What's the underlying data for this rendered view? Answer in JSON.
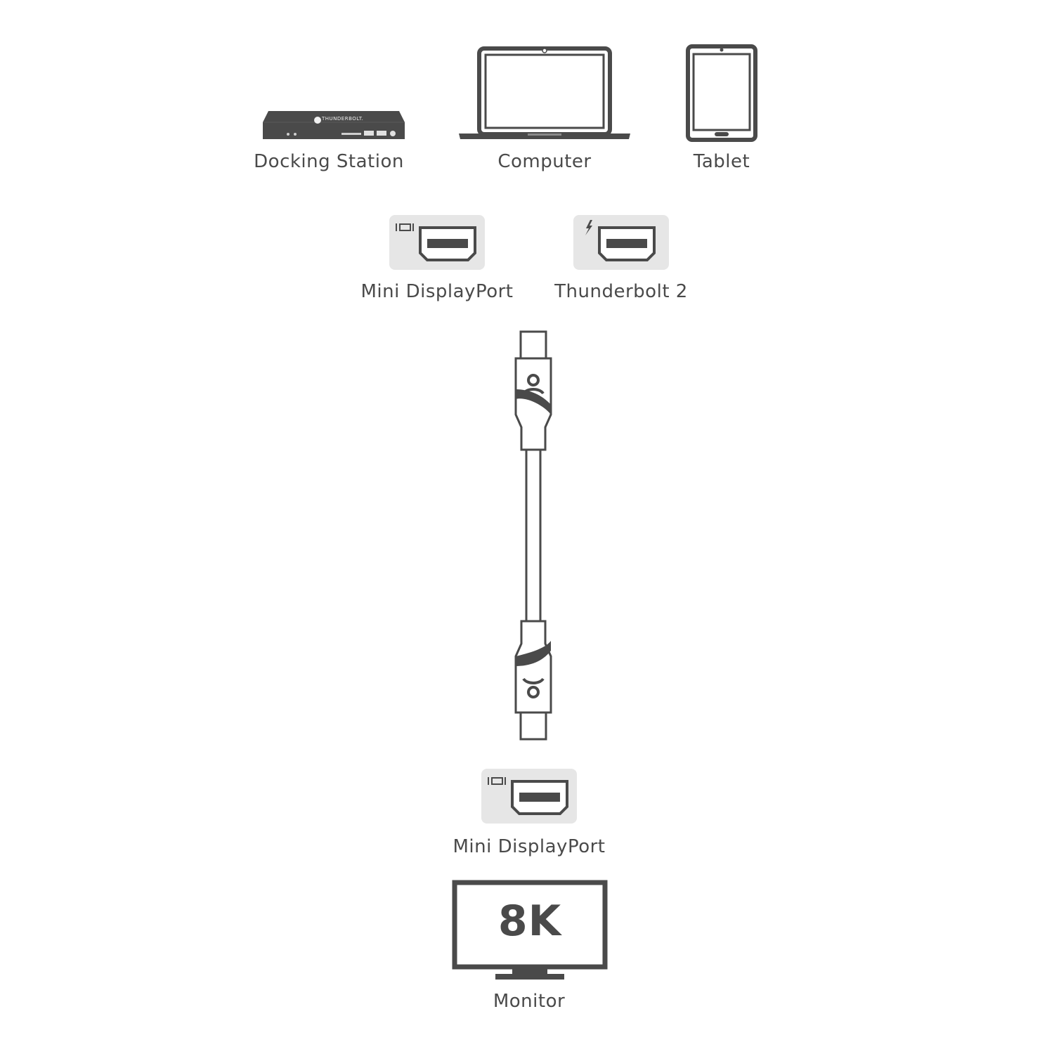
{
  "colors": {
    "ink": "#4a4a4a",
    "tile": "#e6e6e6",
    "background": "#ffffff"
  },
  "source_devices": [
    {
      "label": "Docking Station",
      "icon": "docking-station-icon",
      "logo_text": "THUNDERBOLT."
    },
    {
      "label": "Computer",
      "icon": "laptop-icon"
    },
    {
      "label": "Tablet",
      "icon": "tablet-icon"
    }
  ],
  "source_ports": [
    {
      "label": "Mini DisplayPort",
      "icon": "mini-displayport-icon"
    },
    {
      "label": "Thunderbolt 2",
      "icon": "thunderbolt-icon"
    }
  ],
  "cable": {
    "icon": "cable-icon"
  },
  "output_port": {
    "label": "Mini DisplayPort",
    "icon": "mini-displayport-icon"
  },
  "monitor": {
    "label": "Monitor",
    "screen_text": "8K",
    "icon": "monitor-icon"
  }
}
